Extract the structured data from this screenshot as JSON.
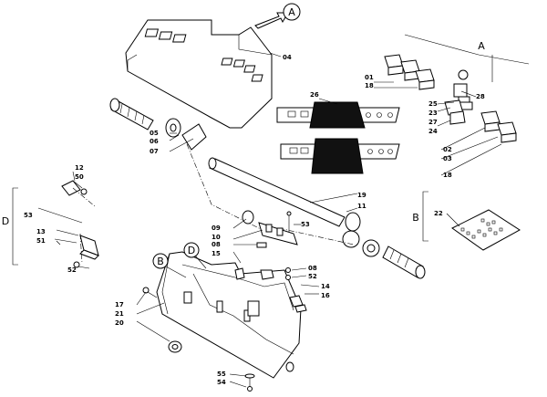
{
  "callouts": {
    "A_top": "A",
    "A_side": "A",
    "B_bracket": "B",
    "B_circle": "B",
    "D_bracket": "D",
    "D_circle": "D"
  },
  "labels": {
    "p01": "01",
    "p02": "02",
    "p03": "03",
    "p04": "04",
    "p05": "05",
    "p06": "06",
    "p07": "07",
    "p08a": "08",
    "p08b": "08",
    "p09": "09",
    "p10": "10",
    "p11": "11",
    "p12": "12",
    "p13": "13",
    "p14": "14",
    "p15": "15",
    "p16": "16",
    "p17": "17",
    "p18a": "18",
    "p18b": "18",
    "p19": "19",
    "p20": "20",
    "p21": "21",
    "p22": "22",
    "p23": "23",
    "p24": "24",
    "p25": "25",
    "p26": "26",
    "p27": "27",
    "p28": "28",
    "p50": "50",
    "p51": "51",
    "p52a": "52",
    "p52b": "52",
    "p53a": "53",
    "p53b": "53",
    "p54": "54",
    "p55": "55"
  },
  "icons": [
    "handle-grip-icon",
    "keyswitch-icon",
    "control-panel-icon",
    "circuit-board-icon"
  ]
}
